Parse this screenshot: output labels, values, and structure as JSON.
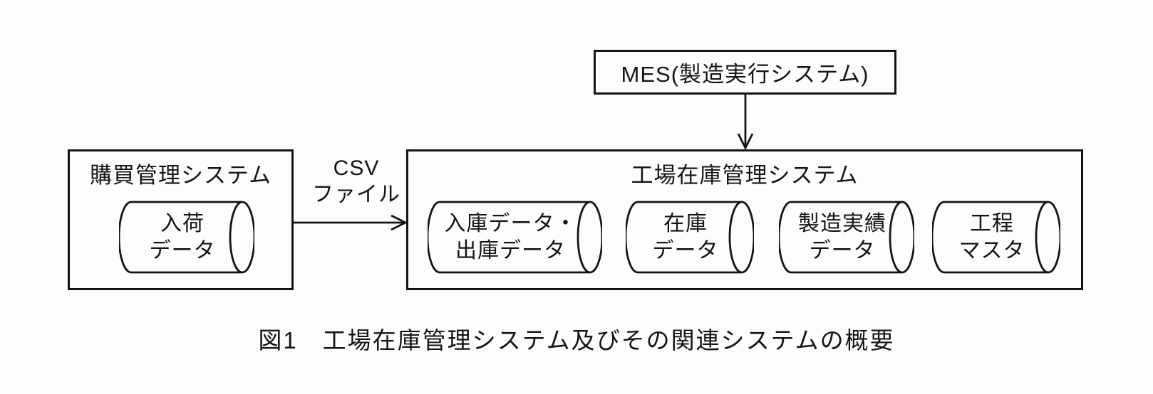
{
  "diagram": {
    "mes": {
      "label": "MES(製造実行システム)"
    },
    "purchasing_system": {
      "title": "購買管理システム",
      "datastore": "入荷\nデータ"
    },
    "csv_label": "CSV\nファイル",
    "factory_system": {
      "title": "工場在庫管理システム",
      "datastores": [
        "入庫データ・\n出庫データ",
        "在庫\nデータ",
        "製造実績\nデータ",
        "工程\nマスタ"
      ]
    },
    "caption": "図1　工場在庫管理システム及びその関連システムの概要",
    "line_color": "#141414"
  }
}
